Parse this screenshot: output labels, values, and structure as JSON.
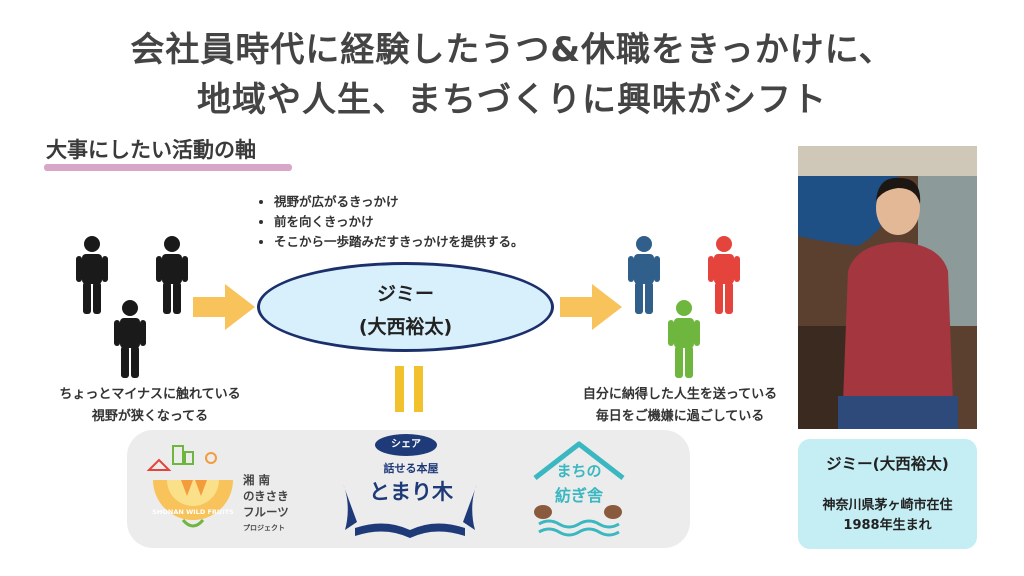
{
  "title": {
    "line1": "会社員時代に経験したうつ&休職をきっかけに、",
    "line2": "地域や人生、まちづくりに興味がシフト"
  },
  "section_heading": "大事にしたい活動の軸",
  "bullets": [
    "視野が広がるきっかけ",
    "前を向くきっかけ",
    "そこから一歩踏みだすきっかけを提供する。"
  ],
  "center": {
    "name": "ジミー",
    "fullname": "(大西裕太)"
  },
  "left_caption": [
    "ちょっとマイナスに触れている",
    "視野が狭くなってる"
  ],
  "right_caption": [
    "自分に納得した人生を送っている",
    "毎日をご機嫌に過ごしている"
  ],
  "logos": {
    "shonan": {
      "ring_text": "SHONAN WILD FRUITS",
      "lines": [
        "湘 南",
        "のきさき",
        "フルーツ",
        "プロジェクト"
      ]
    },
    "tomarigi": {
      "badge": "シェア",
      "sub": "話せる本屋",
      "main": "とまり木"
    },
    "machi": {
      "line1": "まちの",
      "line2": "紡ぎ舎"
    }
  },
  "profile": {
    "name": "ジミー(大西裕太)",
    "residence": "神奈川県茅ヶ崎市在住",
    "born": "1988年生まれ"
  },
  "colors": {
    "arrow": "#f7c35a",
    "ellipse_fill": "#d8f0fb",
    "ellipse_border": "#1b2f6b",
    "person_dark": "#1a1a1a",
    "person_blue": "#2f5f8a",
    "person_green": "#6fb63f",
    "person_red": "#e5443c",
    "underline": "#d8a6c6",
    "namecard": "#c4eef4",
    "equals": "#f2c12e"
  }
}
